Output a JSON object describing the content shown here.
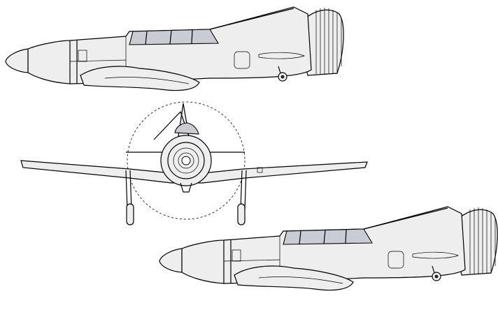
{
  "drawing": {
    "views": [
      "side-view-top",
      "front-view",
      "side-view-bottom"
    ],
    "colors": {
      "line": "#000000",
      "fill": "#eeeeee",
      "canopy": "#c9ccd2",
      "background": "#ffffff"
    }
  }
}
